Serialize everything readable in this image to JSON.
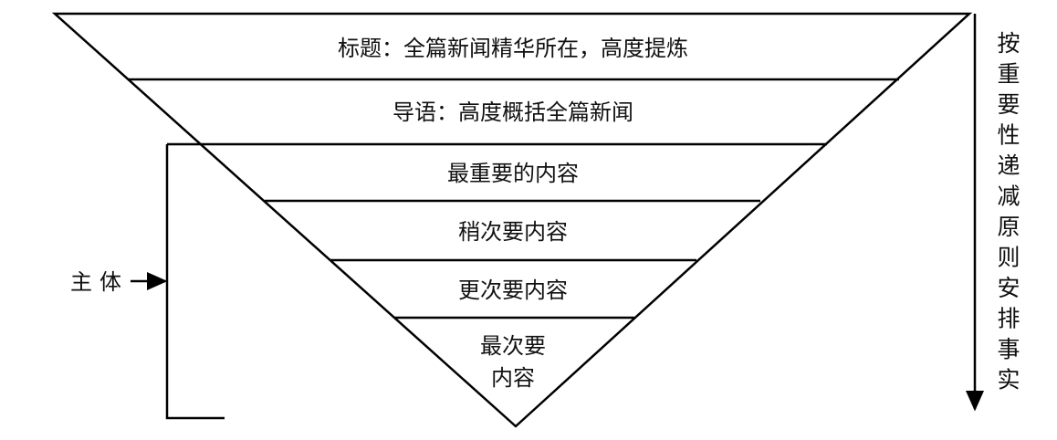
{
  "layers": [
    {
      "label": "标题：全篇新闻精华所在，高度提炼"
    },
    {
      "label": "导语：高度概括全篇新闻"
    },
    {
      "label": "最重要的内容"
    },
    {
      "label": "稍次要内容"
    },
    {
      "label": "更次要内容"
    },
    {
      "label_line1": "最次要",
      "label_line2": "内容"
    }
  ],
  "body_label": "主体",
  "principle_chars": [
    "按",
    "重",
    "要",
    "性",
    "递",
    "减",
    "原",
    "则",
    "安",
    "排",
    "事",
    "实"
  ]
}
